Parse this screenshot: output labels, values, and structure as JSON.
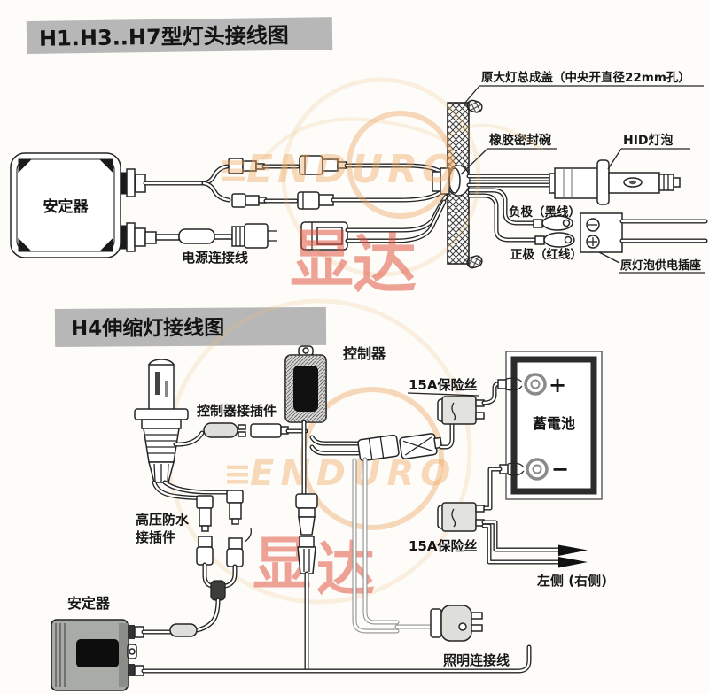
{
  "top_section": {
    "title": "H1.H3..H7型灯头接线图",
    "labels": {
      "ballast": "安定器",
      "power_cable": "电源连接线",
      "cover": "原大灯总成盖（中央开直径22mm孔）",
      "rubber_seal": "橡胶密封碗",
      "hid_bulb": "HID灯泡",
      "negative": "负极（黑线）",
      "positive": "正极（红线）",
      "socket": "原灯泡供电插座"
    }
  },
  "bottom_section": {
    "title": "H4伸缩灯接线图",
    "labels": {
      "controller": "控制器",
      "controller_plug": "控制器接插件",
      "fuse_upper": "15A保险丝",
      "fuse_lower": "15A保险丝",
      "battery": "蓄電池",
      "battery_plus": "+",
      "battery_minus": "−",
      "hv_plug_line1": "高压防水",
      "hv_plug_line2": "接插件",
      "ballast": "安定器",
      "direction_note": "左侧 (右侧)",
      "lighting_cable": "照明连接线"
    }
  },
  "watermark": {
    "mark": "≡",
    "brand": "ENDURO",
    "cn_first": "显",
    "cn_second": "达"
  },
  "colors": {
    "banner_bg": "#b7b7b7",
    "ink": "#1c1c1c",
    "watermark_orange": "#eda35f",
    "watermark_red": "#e05444",
    "paper": "#fdfcf9"
  }
}
